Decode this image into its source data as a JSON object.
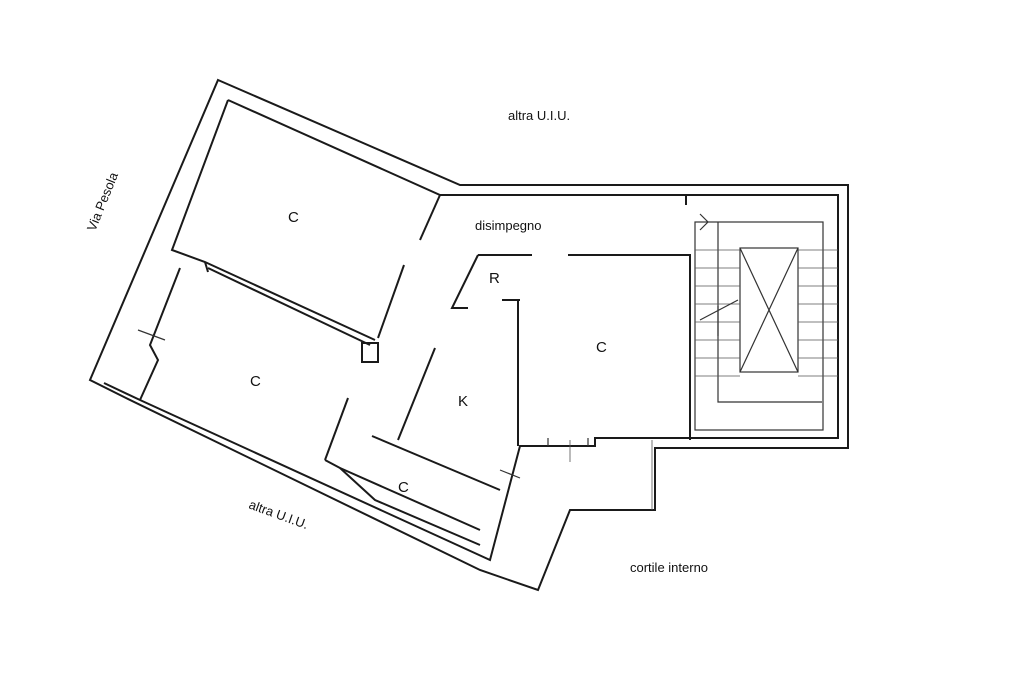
{
  "labels": {
    "top_neighbor": "altra U.I.U.",
    "street": "Via Pesola",
    "bottom_neighbor": "altra U.I.U.",
    "hallway": "disimpegno",
    "courtyard": "cortile interno"
  },
  "rooms": {
    "room_top_left": "C",
    "room_left": "C",
    "room_center": "C",
    "room_bottom": "C",
    "kitchen": "K",
    "storage": "R"
  }
}
